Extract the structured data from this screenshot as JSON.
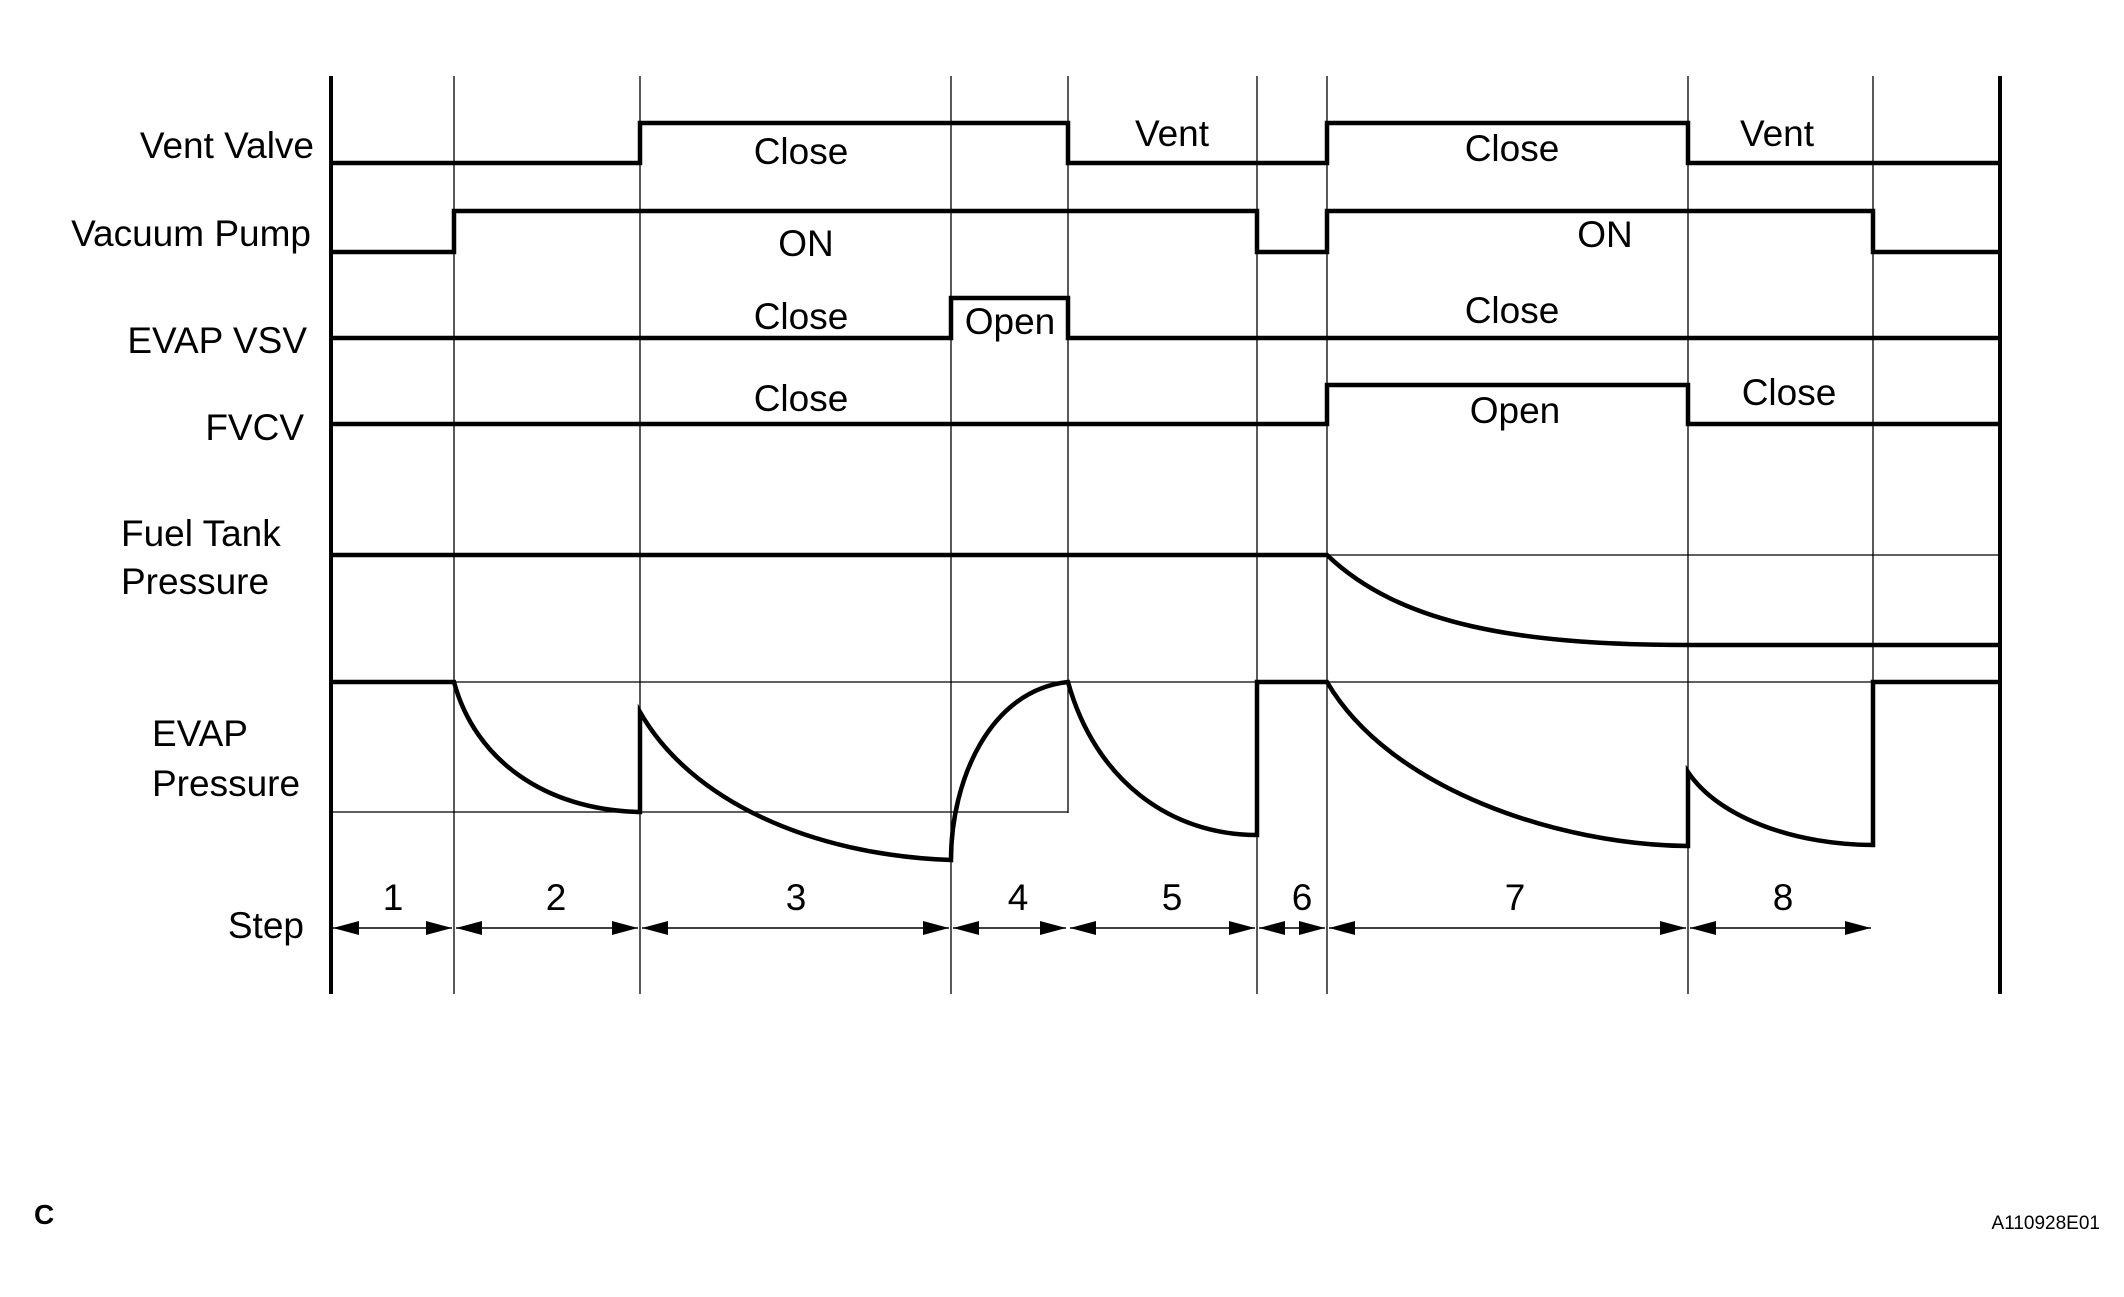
{
  "signals": {
    "vent_valve": {
      "label": "Vent Valve",
      "states": [
        "Close",
        "Vent",
        "Close",
        "Vent"
      ]
    },
    "vacuum_pump": {
      "label": "Vacuum Pump",
      "states": [
        "ON",
        "ON"
      ]
    },
    "evap_vsv": {
      "label": "EVAP VSV",
      "states": [
        "Close",
        "Open",
        "Close"
      ]
    },
    "fvcv": {
      "label": "FVCV",
      "states": [
        "Close",
        "Open",
        "Close"
      ]
    },
    "fuel_tank_pressure": {
      "label_line1": "Fuel Tank",
      "label_line2": "Pressure"
    },
    "evap_pressure": {
      "label_line1": "EVAP",
      "label_line2": "Pressure"
    }
  },
  "step": {
    "label": "Step",
    "numbers": [
      "1",
      "2",
      "3",
      "4",
      "5",
      "6",
      "7",
      "8"
    ]
  },
  "corner_letter": "C",
  "figure_code": "A110928E01"
}
